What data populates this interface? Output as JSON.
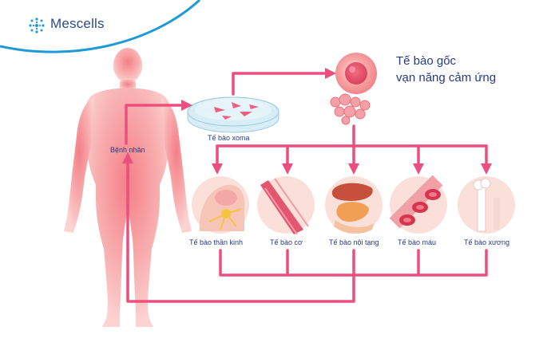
{
  "brand": {
    "name": "Mescells",
    "accent_color": "#1f9ad6"
  },
  "title": {
    "line1": "Tế bào gốc",
    "line2": "vạn năng cảm ứng"
  },
  "nodes": {
    "patient": "Bệnh nhân",
    "somatic": "Tế bào xoma",
    "neuron": "Tế bào thần kinh",
    "muscle": "Tế bào cơ",
    "organ": "Tế bào nội tạng",
    "blood": "Tế bào máu",
    "bone": "Tế bào xương"
  },
  "colors": {
    "arrow": "#ec4f7d",
    "body": "#f6a3a6",
    "text": "#243b82",
    "circle_bg": "#fbe0da"
  }
}
